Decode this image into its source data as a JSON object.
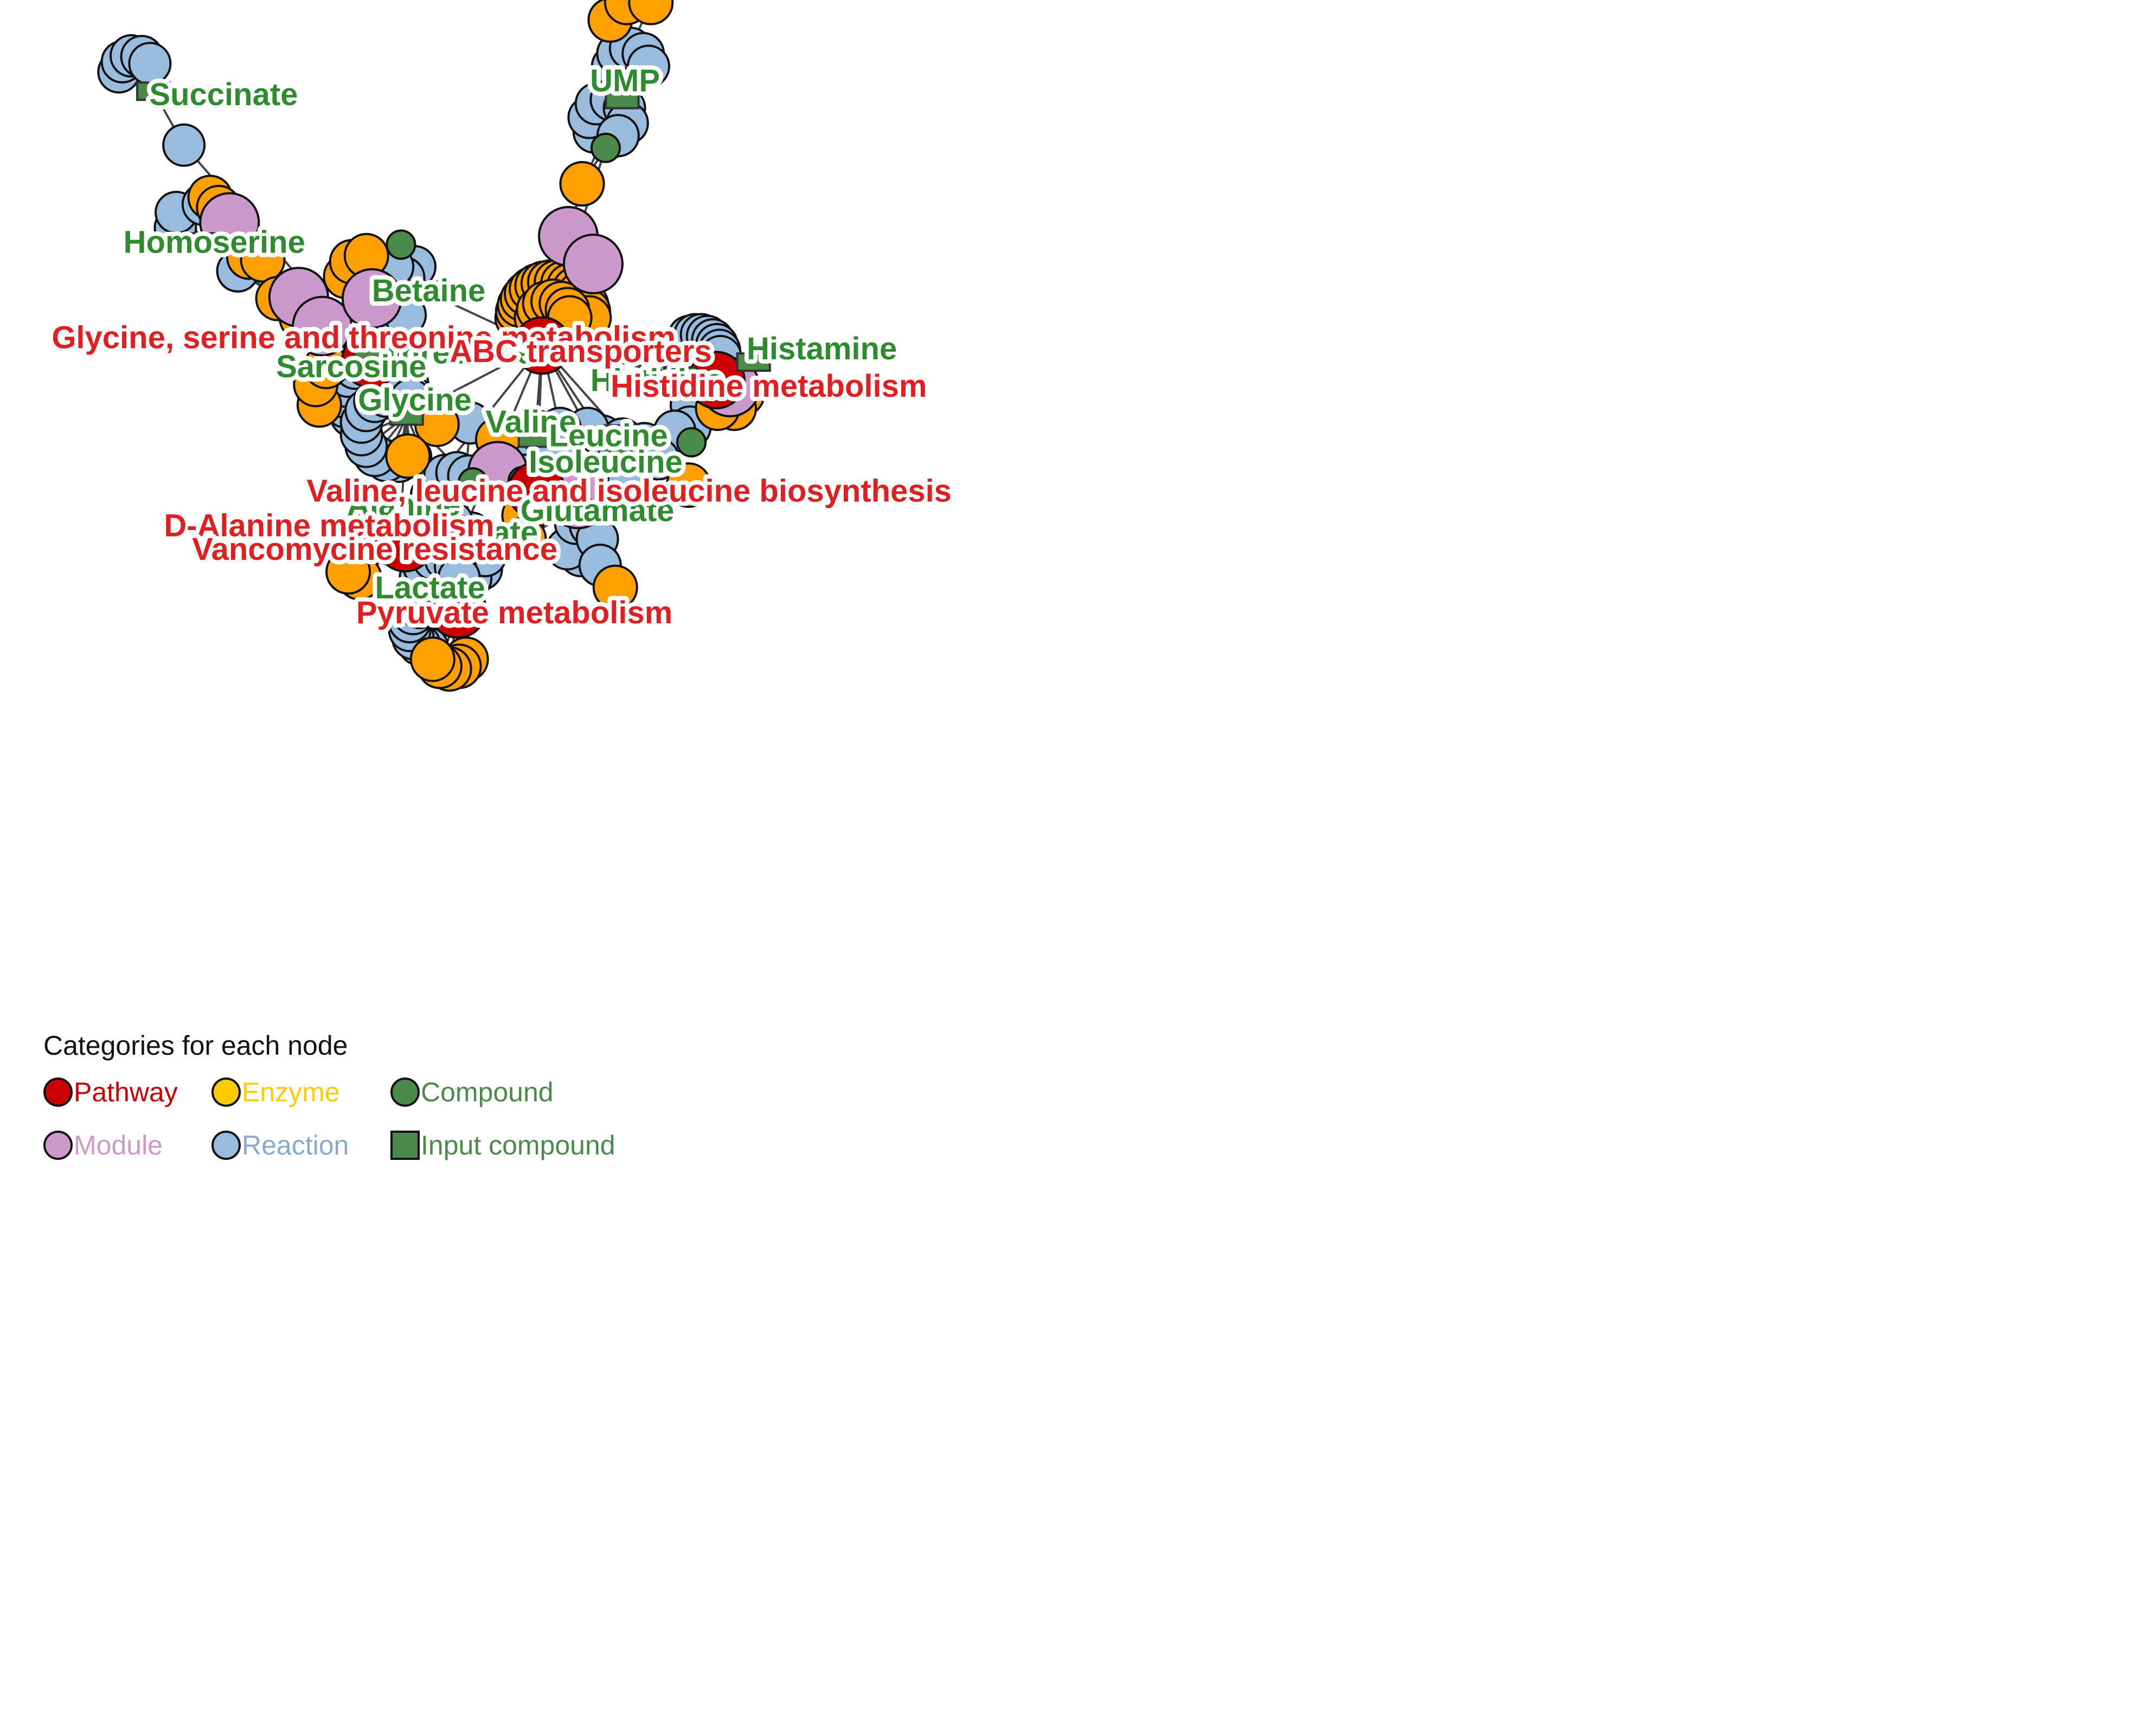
{
  "legend": {
    "title": "Categories for each node",
    "items": [
      {
        "label": "Pathway",
        "color": "#cc0000",
        "shape": "circle"
      },
      {
        "label": "Enzyme",
        "color": "#ffcc00",
        "shape": "circle"
      },
      {
        "label": "Compound",
        "color": "#4a8a4a",
        "shape": "circle"
      },
      {
        "label": "Module",
        "color": "#cc99cc",
        "shape": "circle"
      },
      {
        "label": "Reaction",
        "color": "#99bbdd",
        "shape": "circle"
      },
      {
        "label": "Input compound",
        "color": "#4a8a4a",
        "shape": "square"
      }
    ]
  },
  "colors": {
    "pathway": "#cc0000",
    "enzyme": "#ff9f00",
    "compound": "#4a8a4a",
    "module": "#cc99cc",
    "reaction": "#99bbdd",
    "input": "#4a8a4a",
    "input_label": "#2e8b2e",
    "pathway_label": "#e02020",
    "legend_pathway_text": "#cc0000",
    "legend_enzyme_text": "#ffcc00",
    "legend_compound_text": "#4a8a4a",
    "legend_module_text": "#cc99cc",
    "legend_reaction_text": "#88aacc",
    "legend_input_text": "#4a8a4a"
  },
  "input_compounds": [
    "Succinate",
    "UMP",
    "Homoserine",
    "Betaine",
    "Threonine",
    "Sarcosine",
    "Glycine",
    "Histamine",
    "Histidine",
    "Valine",
    "Leucine",
    "Isoleucine",
    "Alanine",
    "Pyruvate",
    "Glutamate",
    "Lactate"
  ],
  "pathways": [
    "Glycine, serine and threonine metabolism",
    "ABC transporters",
    "Histidine metabolism",
    "Valine, leucine and isoleucine biosynthesis",
    "D-Alanine metabolism",
    "Vancomycine resistance",
    "Pyruvate metabolism"
  ]
}
